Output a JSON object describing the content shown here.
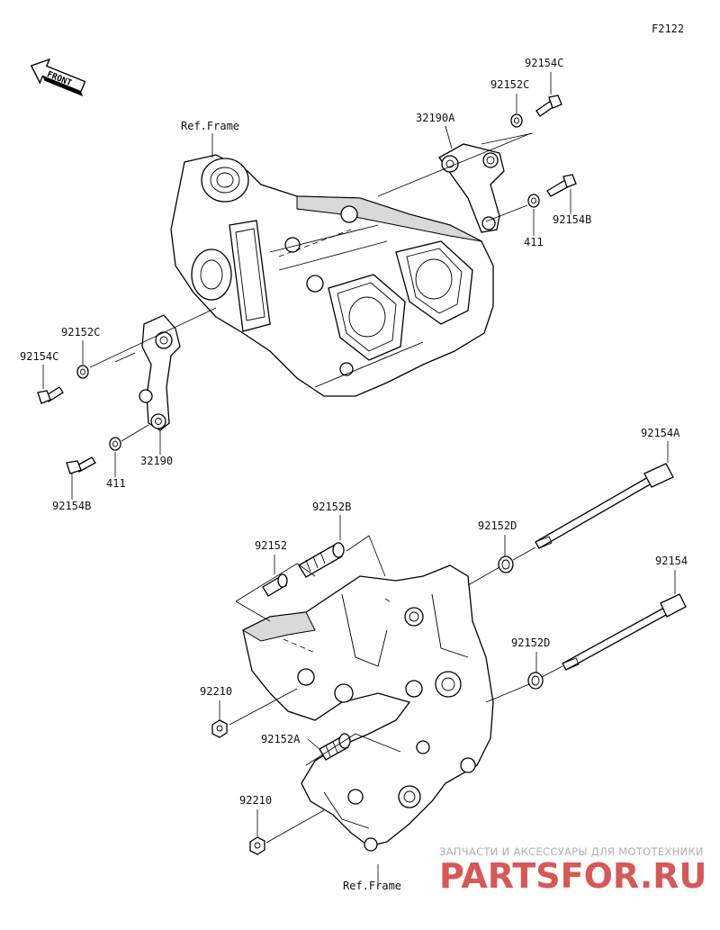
{
  "diagram_id": "F2122",
  "front_label": "FRONT",
  "ref_frame_top": "Ref.Frame",
  "ref_frame_bottom": "Ref.Frame",
  "parts": {
    "p92154C_top": "92154C",
    "p92152C_top": "92152C",
    "p32190A": "32190A",
    "p92154B_right": "92154B",
    "p411_right": "411",
    "p92152C_left": "92152C",
    "p92154C_left": "92154C",
    "p32190": "32190",
    "p411_left": "411",
    "p92154B_left": "92154B",
    "p92154A": "92154A",
    "p92152B": "92152B",
    "p92152": "92152",
    "p92152D_upper": "92152D",
    "p92154": "92154",
    "p92152D_lower": "92152D",
    "p92210_upper": "92210",
    "p92152A": "92152A",
    "p92210_lower": "92210"
  },
  "watermark": {
    "line1": "ЗАПЧАСТИ И АКСЕССУАРЫ ДЛЯ МОТОТЕХНИКИ",
    "line2": "PARTSFOR.RU"
  }
}
